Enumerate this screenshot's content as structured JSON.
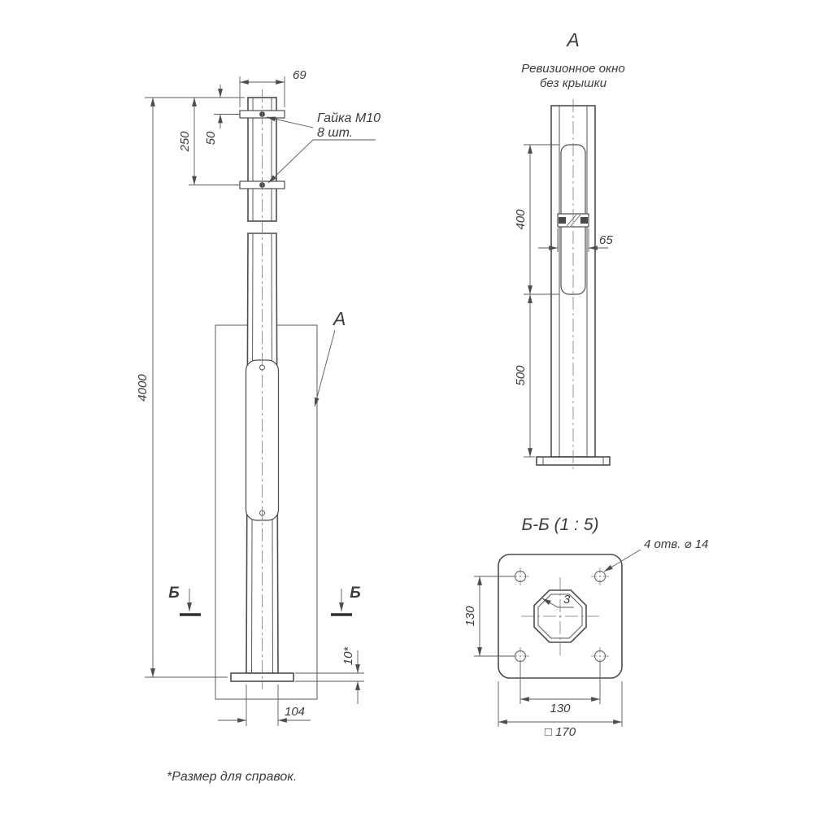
{
  "page": {
    "footnote": "*Размер для справок.",
    "line_color": "#4d4d4d",
    "background": "#ffffff"
  },
  "front_view": {
    "labels": {
      "nut_line1": "Гайка М10",
      "nut_line2": "8 шт.",
      "view_a_marker": "А",
      "section_marker_left": "Б",
      "section_marker_right": "Б"
    },
    "dims": {
      "width_top": "69",
      "offset_250": "250",
      "offset_50": "50",
      "height_total": "4000",
      "flange_thickness": "10*",
      "width_bottom": "104"
    }
  },
  "view_a": {
    "title": "А",
    "subtitle_line1": "Ревизионное окно",
    "subtitle_line2": "без крышки",
    "dims": {
      "window_height": "400",
      "window_width": "65",
      "bottom_offset": "500"
    }
  },
  "section_bb": {
    "title": "Б-Б (1 : 5)",
    "labels": {
      "holes": "4 отв. ⌀ 14",
      "wall_thickness": "3"
    },
    "dims": {
      "hole_spacing_v": "130",
      "hole_spacing_h": "130",
      "plate_size": "□ 170"
    }
  }
}
